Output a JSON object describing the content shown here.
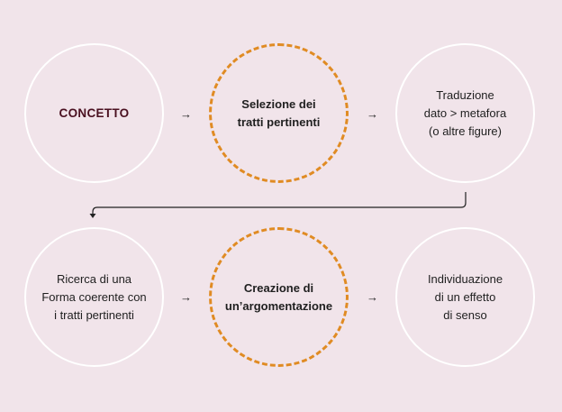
{
  "row1": [
    {
      "label": "CONCETTO"
    },
    {
      "label": "Selezione dei\ntratti pertinenti"
    },
    {
      "label": "Traduzione\ndato > metafora\n(o altre figure)"
    }
  ],
  "row2": [
    {
      "label": "Ricerca di una\nForma coerente con\ni tratti pertinenti"
    },
    {
      "label": "Creazione di\nun’argomentazione"
    },
    {
      "label": "Individuazione\ndi un effetto\ndi senso"
    }
  ],
  "arrow_glyph": "→",
  "colors": {
    "background": "#f1e4ea",
    "dashed_accent": "#e08b23",
    "concept_text": "#4a1020"
  }
}
